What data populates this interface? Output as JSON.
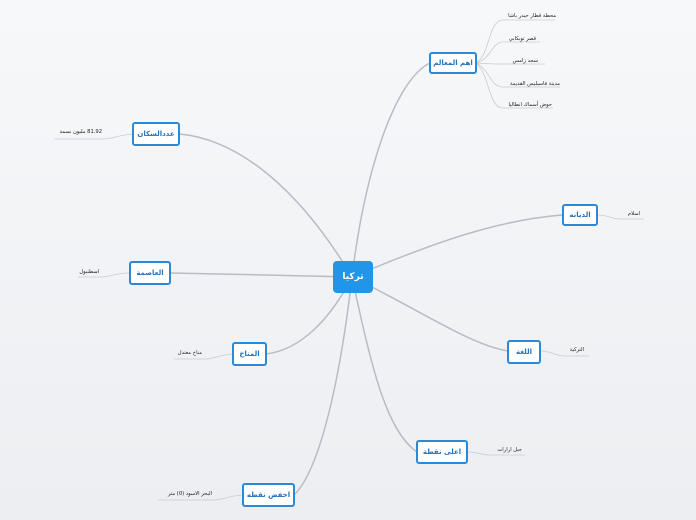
{
  "center": "تركيا",
  "branches": {
    "landmarks": {
      "label": "اهم المعالم",
      "leaves": [
        "محطة قطار حيدر باشا",
        "قصر توبكابي",
        "سجد زامس",
        "مدينة فاسيليس القديمة",
        "حوض أسماك انطاليا"
      ]
    },
    "population": {
      "label": "عددالسكان",
      "leaf": "81.92 مليون نسمة"
    },
    "religion": {
      "label": "الديانه",
      "leaf": "اسلام"
    },
    "capital": {
      "label": "العاصمة",
      "leaf": "اسطنبول"
    },
    "language": {
      "label": "اللغة",
      "leaf": "التركية"
    },
    "climate": {
      "label": "المناخ",
      "leaf": "مناخ معتدل"
    },
    "highest": {
      "label": "اعلى نقطة",
      "leaf": "جبل ارارات"
    },
    "lowest": {
      "label": "اخفض نقطه",
      "leaf": "البحر الاسود (0) متر"
    }
  },
  "colors": {
    "node_border": "#2a8ad8",
    "center_fill": "#2196e8",
    "connector": "#b8bcc4"
  }
}
